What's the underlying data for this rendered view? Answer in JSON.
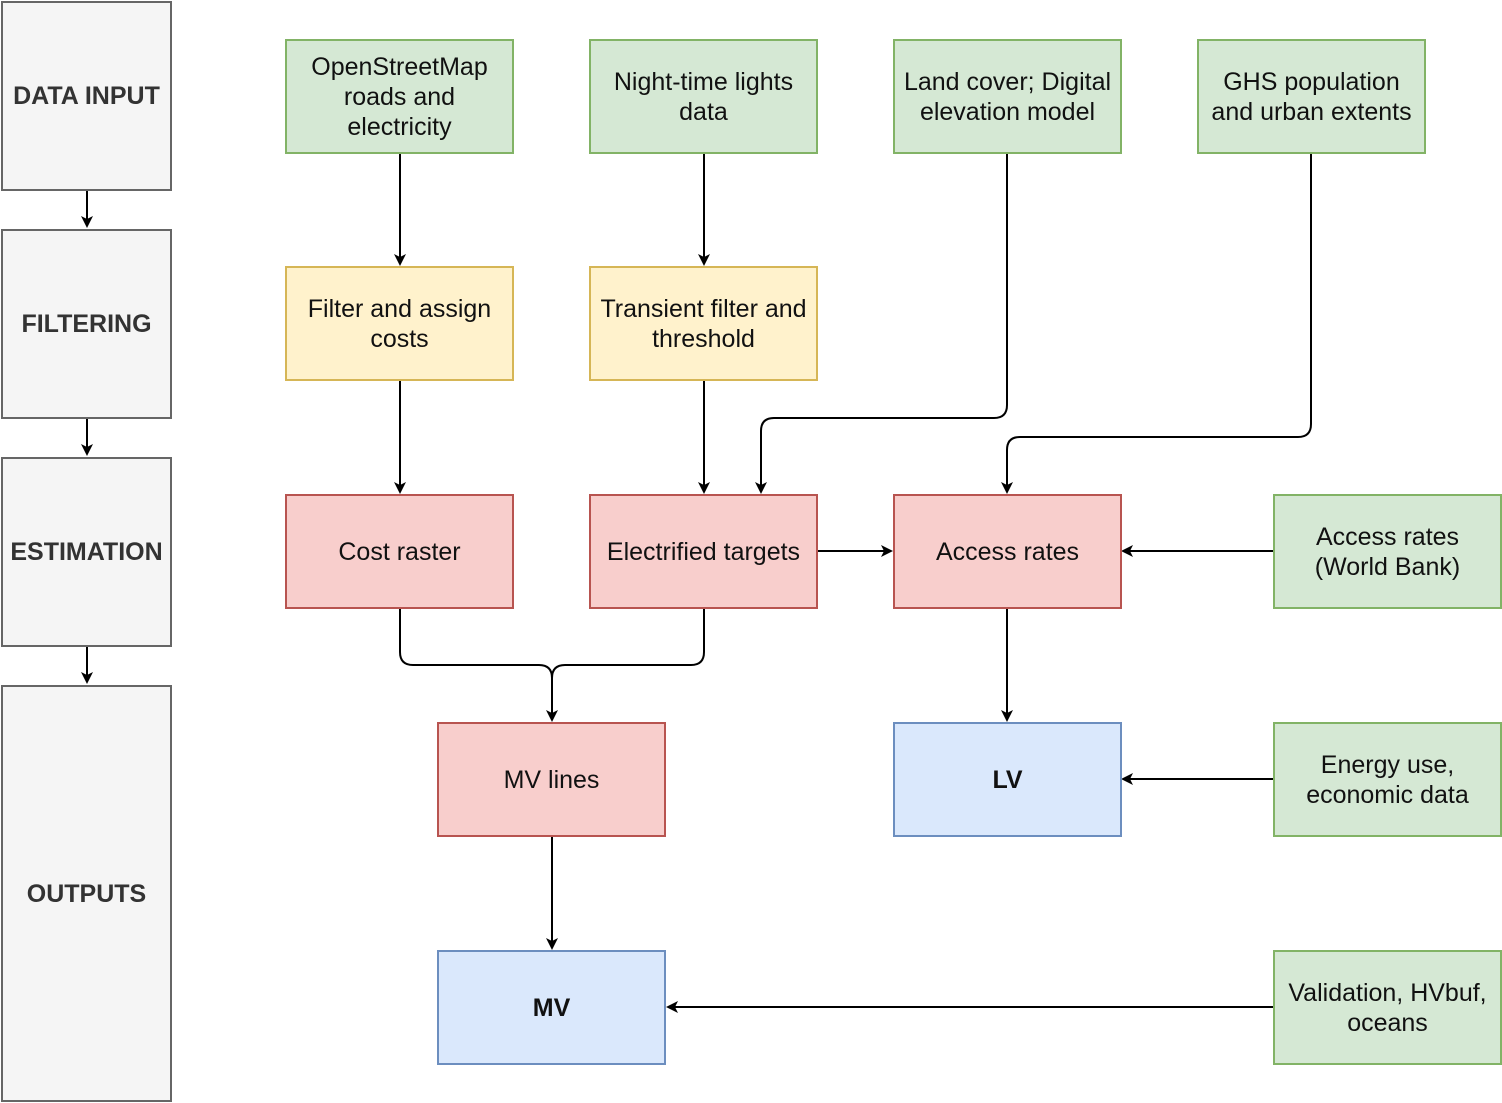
{
  "stages": {
    "data_input": "DATA INPUT",
    "filtering": "FILTERING",
    "estimation": "ESTIMATION",
    "outputs": "OUTPUTS"
  },
  "inputs": {
    "osm": "OpenStreetMap\nroads and\nelectricity",
    "ntl": "Night-time lights\ndata",
    "landcover": "Land cover; Digital\nelevation model",
    "ghs": "GHS population\nand urban extents",
    "access_wb": "Access rates\n(World Bank)",
    "energy": "Energy use,\neconomic data",
    "validation": "Validation, HVbuf,\noceans"
  },
  "filters": {
    "filter_costs": "Filter and assign\ncosts",
    "transient": "Transient filter and\nthreshold"
  },
  "estimation": {
    "cost_raster": "Cost raster",
    "electrified": "Electrified targets",
    "access_rates": "Access rates",
    "mv_lines": "MV lines"
  },
  "outputs": {
    "lv": "LV",
    "mv": "MV"
  },
  "colors": {
    "input": "#d5e8d4",
    "filter": "#fff2cc",
    "estimate": "#f8cecc",
    "output": "#dae8fc",
    "stage": "#f5f5f5"
  }
}
